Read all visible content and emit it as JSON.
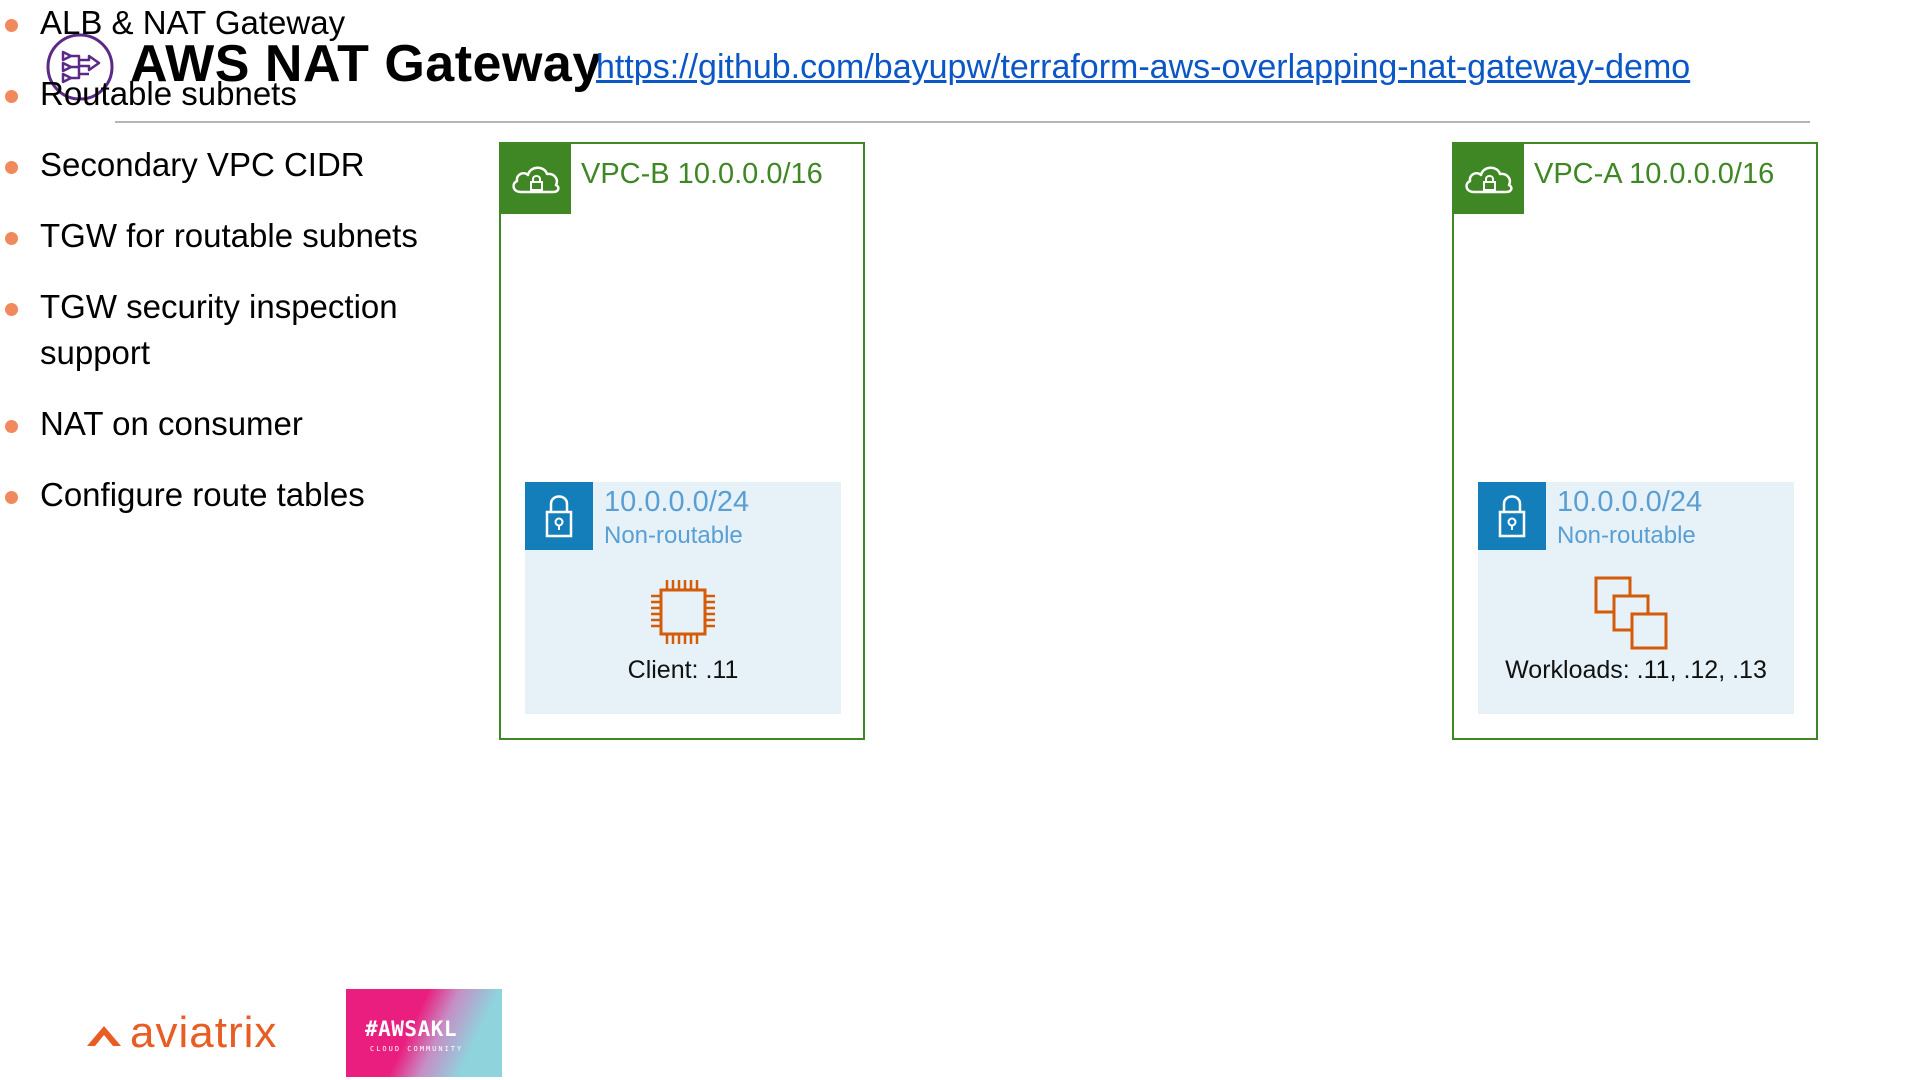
{
  "header": {
    "title": "AWS NAT Gateway",
    "link": "https://github.com/bayupw/terraform-aws-overlapping-nat-gateway-demo"
  },
  "bullets": [
    "ALB & NAT Gateway",
    "Routable subnets",
    "Secondary VPC CIDR",
    "TGW for routable subnets",
    "TGW security inspection support",
    "NAT on consumer",
    "Configure route tables"
  ],
  "vpcs": [
    {
      "label": "VPC-B 10.0.0.0/16",
      "subnet": {
        "cidr": "10.0.0.0/24",
        "type": "Non-routable",
        "resource_label": "Client: .11",
        "resource_icon": "ec2-instance-icon"
      }
    },
    {
      "label": "VPC-A 10.0.0.0/16",
      "subnet": {
        "cidr": "10.0.0.0/24",
        "type": "Non-routable",
        "resource_label": "Workloads: .11, .12, .13",
        "resource_icon": "multiple-instances-icon"
      }
    }
  ],
  "footer": {
    "aviatrix_logo": "aviatrix",
    "awsakl_logo": "#AWSAKL",
    "awsakl_sub": "CLOUD COMMUNITY"
  },
  "colors": {
    "vpc_green": "#3f8624",
    "subnet_blue": "#147eba",
    "subnet_bg": "#e6f2f8",
    "subnet_text": "#5a9fd4",
    "bullet_dot": "#f08a5d",
    "resource_orange": "#d45b07",
    "nat_purple": "#8c4fff",
    "link_blue": "#0b57c5"
  }
}
